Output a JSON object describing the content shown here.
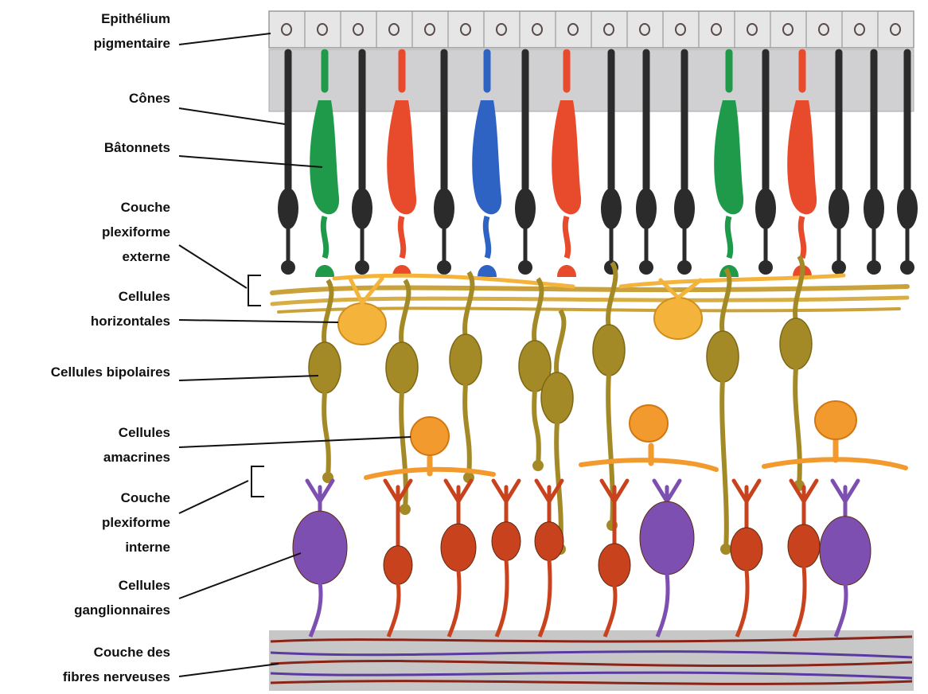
{
  "labels": {
    "epithelium": [
      "Epithélium",
      "pigmentaire"
    ],
    "cones": [
      "Cônes"
    ],
    "batonnets": [
      "Bâtonnets"
    ],
    "plexiforme_externe": [
      "Couche",
      "plexiforme",
      "externe"
    ],
    "horizontales": [
      "Cellules",
      "horizontales"
    ],
    "bipolaires": [
      "Cellules bipolaires"
    ],
    "amacrines": [
      "Cellules",
      "amacrines"
    ],
    "plexiforme_interne": [
      "Couche",
      "plexiforme",
      "interne"
    ],
    "ganglionnaires": [
      "Cellules",
      "ganglionnaires"
    ],
    "fibres": [
      "Couche des",
      "fibres nerveuses"
    ]
  },
  "colors": {
    "epithelium_band": "#e6e6e6",
    "photoreceptor_band": "#d0d0d3",
    "rod": "#2b2b2b",
    "cone_green": "#1e9a4a",
    "cone_red": "#e84a2c",
    "cone_blue": "#2e63c4",
    "horizontal": "#f4b43c",
    "bipolar": "#a48a26",
    "amacrine": "#f39a2e",
    "ganglion_red": "#c8421e",
    "ganglion_purple": "#7d4fb0",
    "fiber_band": "#c7c7c7"
  },
  "photoreceptors": [
    "rod",
    "cone_green",
    "rod",
    "cone_red",
    "rod",
    "cone_blue",
    "rod",
    "cone_red",
    "rod",
    "rod",
    "rod",
    "cone_green",
    "rod",
    "cone_red",
    "rod",
    "rod",
    "rod"
  ]
}
